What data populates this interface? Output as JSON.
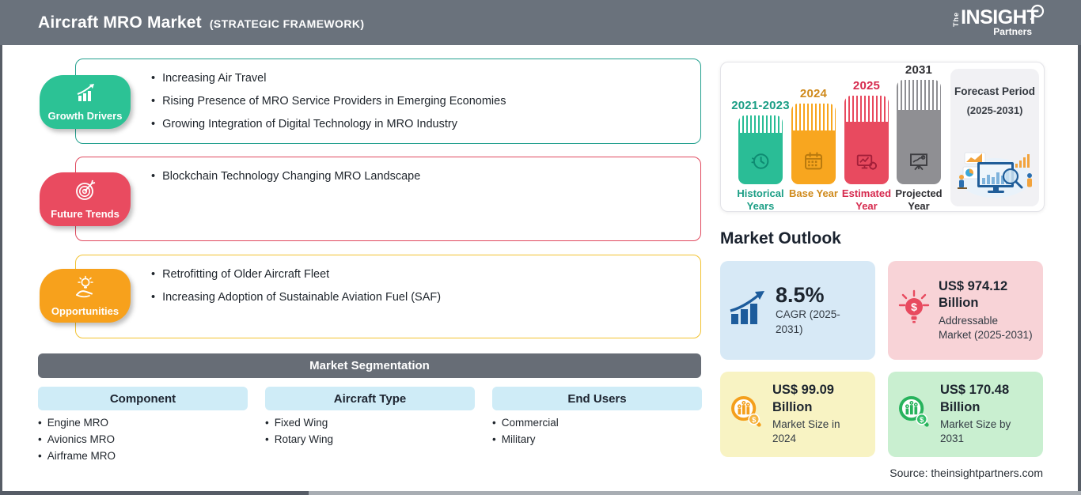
{
  "header": {
    "title": "Aircraft MRO Market",
    "subtitle": "(STRATEGIC FRAMEWORK)",
    "logo": {
      "the": "The",
      "insight": "INSIGHT",
      "partners": "Partners"
    }
  },
  "colors": {
    "header_bg": "#6a727c",
    "growth_green": "#2cc295",
    "trend_red": "#e94b60",
    "opportunity_orange": "#f7a11c",
    "segment_header_blue": "#cfecf7",
    "card_blue": "#d7e9f6",
    "card_pink": "#f8d3d7",
    "card_yellow": "#f8f3c3",
    "card_green": "#c9efd0"
  },
  "framework": [
    {
      "label": "Growth Drivers",
      "icon": "growth-chart-icon",
      "accent": "#2cc295",
      "border": "#23a08e",
      "items": [
        "Increasing Air Travel",
        "Rising Presence of MRO Service Providers in Emerging Economies",
        "Growing Integration of Digital Technology in MRO Industry"
      ]
    },
    {
      "label": "Future Trends",
      "icon": "target-dart-icon",
      "accent": "#e94b60",
      "border": "#e0495e",
      "items": [
        "Blockchain Technology Changing MRO Landscape"
      ]
    },
    {
      "label": "Opportunities",
      "icon": "lightbulb-hand-icon",
      "accent": "#f7a11c",
      "border": "#f2c230",
      "items": [
        "Retrofitting of Older Aircraft Fleet",
        "Increasing Adoption of Sustainable Aviation Fuel (SAF)"
      ]
    }
  ],
  "segmentation": {
    "title": "Market Segmentation",
    "columns": [
      {
        "header": "Component",
        "items": [
          "Engine MRO",
          "Avionics MRO",
          "Airframe MRO"
        ]
      },
      {
        "header": "Aircraft Type",
        "items": [
          "Fixed Wing",
          "Rotary Wing"
        ]
      },
      {
        "header": "End Users",
        "items": [
          "Commercial",
          "Military"
        ]
      }
    ]
  },
  "timeline": {
    "bars": [
      {
        "year": "2021-2023",
        "caption": "Historical Years",
        "color": "#2abd96",
        "icon": "history-clock-icon"
      },
      {
        "year": "2024",
        "caption": "Base Year",
        "color": "#f8a61f",
        "icon": "calendar-icon"
      },
      {
        "year": "2025",
        "caption": "Estimated Year",
        "color": "#e84a5f",
        "icon": "estimate-monitor-icon"
      },
      {
        "year": "2031",
        "caption": "Projected Year",
        "color": "#8f8f93",
        "icon": "projection-screen-icon"
      }
    ],
    "forecast": {
      "title": "Forecast Period",
      "range": "(2025-2031)",
      "icon": "analytics-illustration"
    }
  },
  "outlook": {
    "title": "Market Outlook",
    "cards": [
      {
        "value": "8.5%",
        "desc": "CAGR (2025-2031)",
        "bg": "#d7e9f6",
        "icon": "growth-arrow-icon"
      },
      {
        "value": "US$ 974.12 Billion",
        "desc": "Addressable Market (2025-2031)",
        "bg": "#f8d3d7",
        "icon": "dollar-bulb-icon"
      },
      {
        "value": "US$ 99.09 Billion",
        "desc": "Market Size in 2024",
        "bg": "#f8f3c3",
        "icon": "magnifier-chart-orange-icon"
      },
      {
        "value": "US$ 170.48 Billion",
        "desc": "Market Size by 2031",
        "bg": "#c9efd0",
        "icon": "magnifier-chart-green-icon"
      }
    ]
  },
  "source": "Source: theinsightpartners.com"
}
